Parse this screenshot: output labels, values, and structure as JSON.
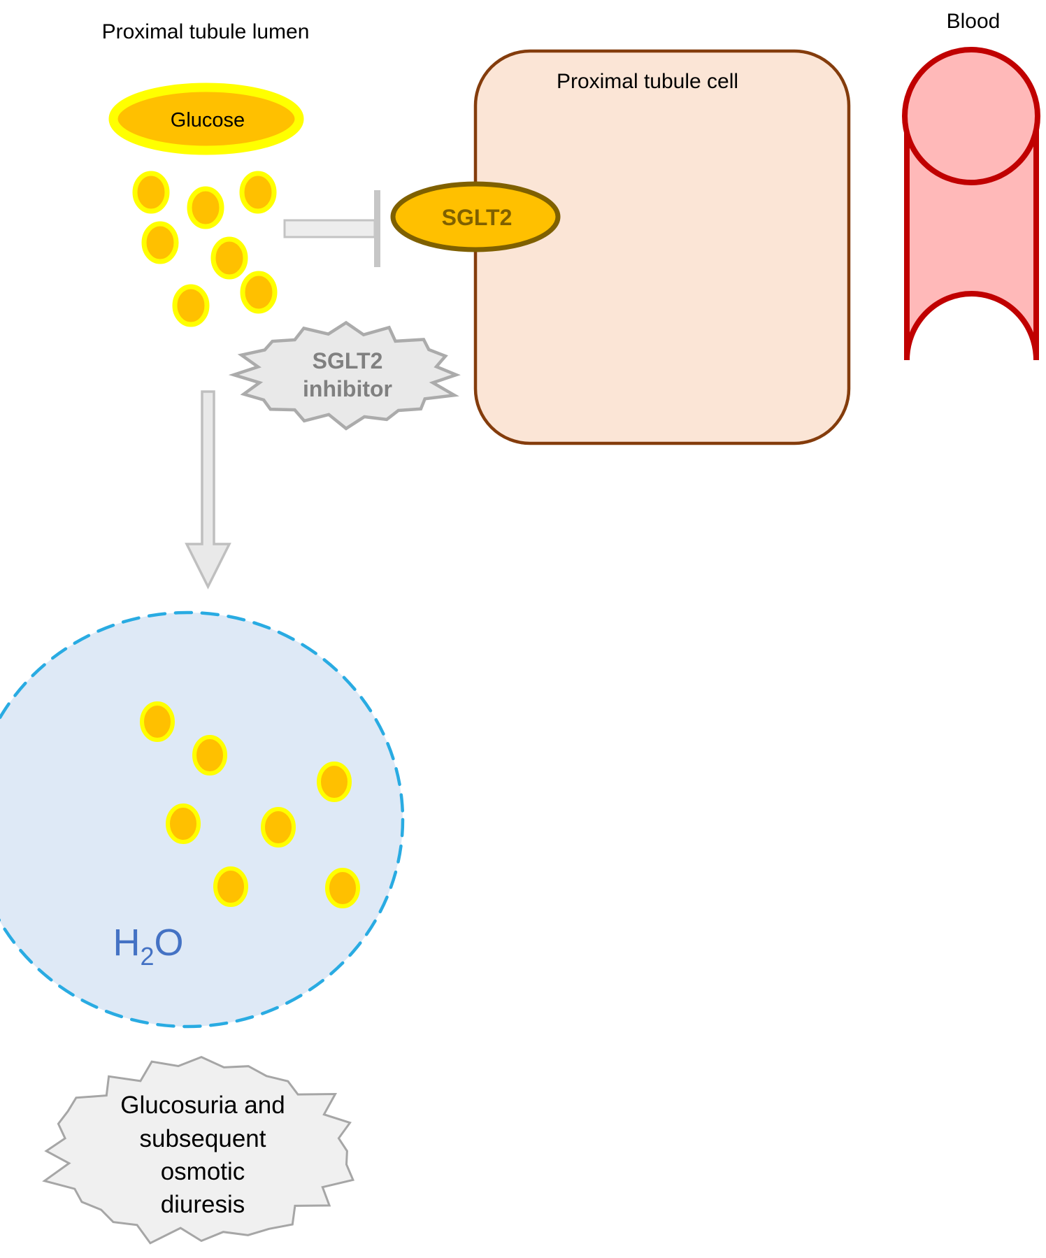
{
  "diagram": {
    "lumen_label": "Proximal tubule lumen",
    "cell_label": "Proximal tubule cell",
    "blood_label": "Blood",
    "glucose_label": "Glucose",
    "transporter_label": "SGLT2",
    "inhibitor_label_line1": "SGLT2",
    "inhibitor_label_line2": "inhibitor",
    "water_label": {
      "h": "H",
      "sub": "2",
      "o": "O"
    },
    "outcome_label_lines": [
      "Glucosuria and",
      "subsequent",
      "osmotic",
      "diuresis"
    ],
    "glucose_molecule_count_lumen": 7,
    "glucose_molecule_count_urine": 7
  },
  "colors": {
    "label_text": "#000000",
    "glucose_fill": "#FFC000",
    "glucose_border": "#FFFF00",
    "transporter_fill": "#FFC000",
    "transporter_border": "#7F6000",
    "transporter_text": "#7F6000",
    "cell_fill": "#FBE5D6",
    "cell_border": "#843C0C",
    "blood_fill": "#FFB9B9",
    "blood_border": "#C00000",
    "inhibitor_fill": "#E9E9E9",
    "inhibitor_border": "#ABABAB",
    "inhibitor_text": "#808080",
    "tbar_fill": "#EDEDED",
    "tbar_border": "#C3C3C3",
    "tbar_stop": "#C6C6C6",
    "arrow_fill": "#E9E9E9",
    "arrow_border": "#BFBFBF",
    "water_fill": "#DEE9F6",
    "water_border": "#29ABE2",
    "water_text": "#4472C4",
    "outcome_fill": "#F0F0F0",
    "outcome_border": "#A6A6A6"
  }
}
